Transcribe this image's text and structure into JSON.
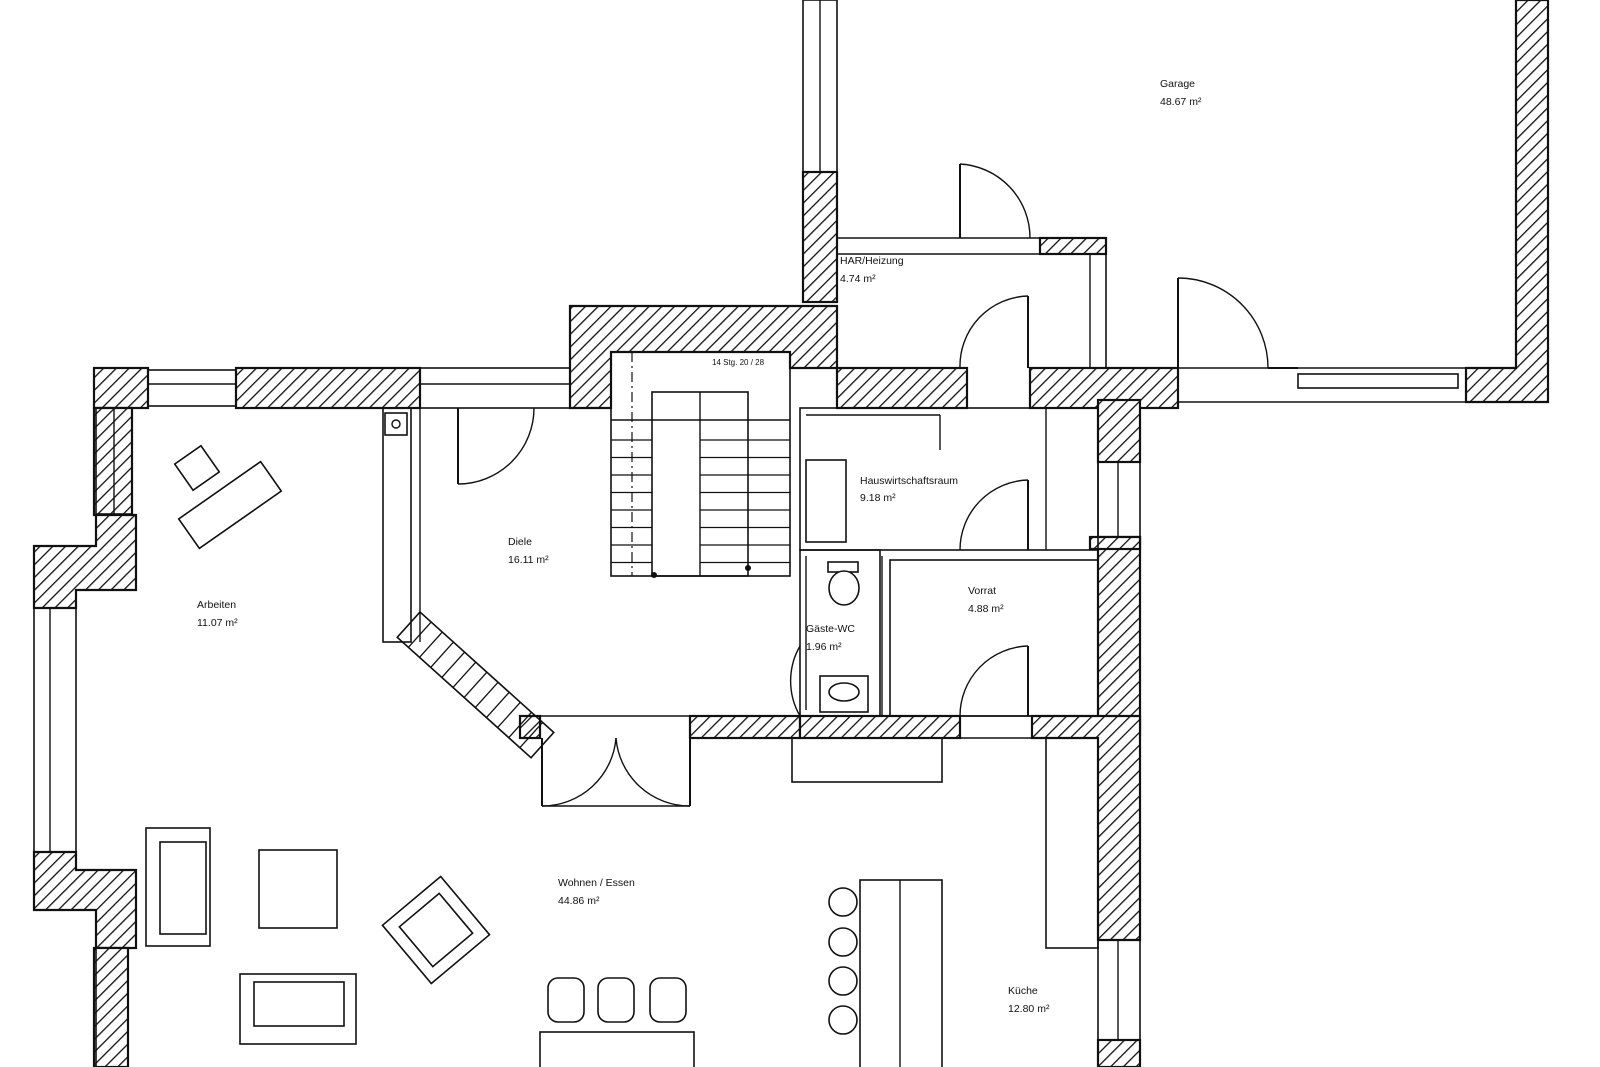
{
  "plan": {
    "rooms": [
      {
        "id": "garage",
        "name": "Garage",
        "area": "48.67 m²"
      },
      {
        "id": "heating",
        "name": "HAR/Heizung",
        "area": "4.74 m²"
      },
      {
        "id": "utility",
        "name": "Hauswirtschaftsraum",
        "area": "9.18 m²"
      },
      {
        "id": "hall",
        "name": "Diele",
        "area": "16.11 m²"
      },
      {
        "id": "study",
        "name": "Arbeiten",
        "area": "11.07 m²"
      },
      {
        "id": "guest-wc",
        "name": "Gäste-WC",
        "area": "1.96 m²"
      },
      {
        "id": "pantry",
        "name": "Vorrat",
        "area": "4.88 m²"
      },
      {
        "id": "living",
        "name": "Wohnen / Essen",
        "area": "44.86 m²"
      },
      {
        "id": "kitchen",
        "name": "Küche",
        "area": "12.80 m²"
      }
    ],
    "stair_note": "14 Stg. 20 / 28"
  }
}
